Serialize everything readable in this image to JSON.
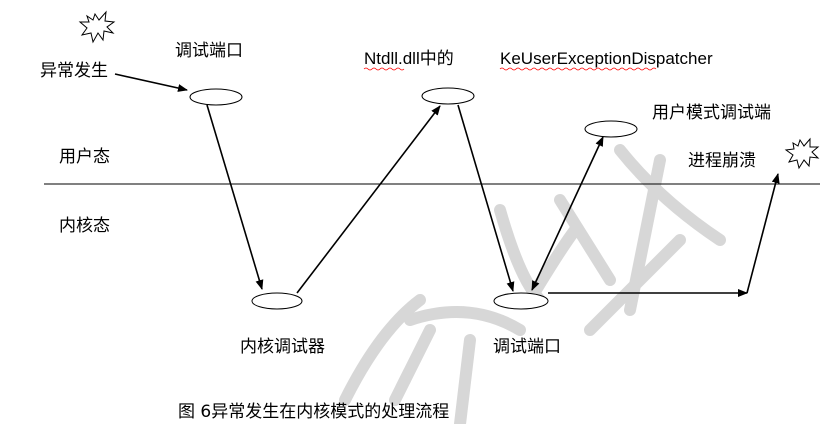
{
  "diagram": {
    "labels": {
      "exception_occurs": "异常发生",
      "debug_port_top": "调试端口",
      "ntdll": "Ntdll.dll中的",
      "dispatcher": "KeUserExceptionDispatcher",
      "user_mode_debug_port": "用户模式调试端",
      "process_crash": "进程崩溃",
      "user_mode": "用户态",
      "kernel_mode": "内核态",
      "kernel_debugger": "内核调试器",
      "debug_port_bottom": "调试端口"
    },
    "caption": "图 6异常发生在内核模式的处理流程",
    "colors": {
      "line": "#000000",
      "watermark": "#d3d3d3",
      "spellcheck": "#ff0000"
    }
  }
}
